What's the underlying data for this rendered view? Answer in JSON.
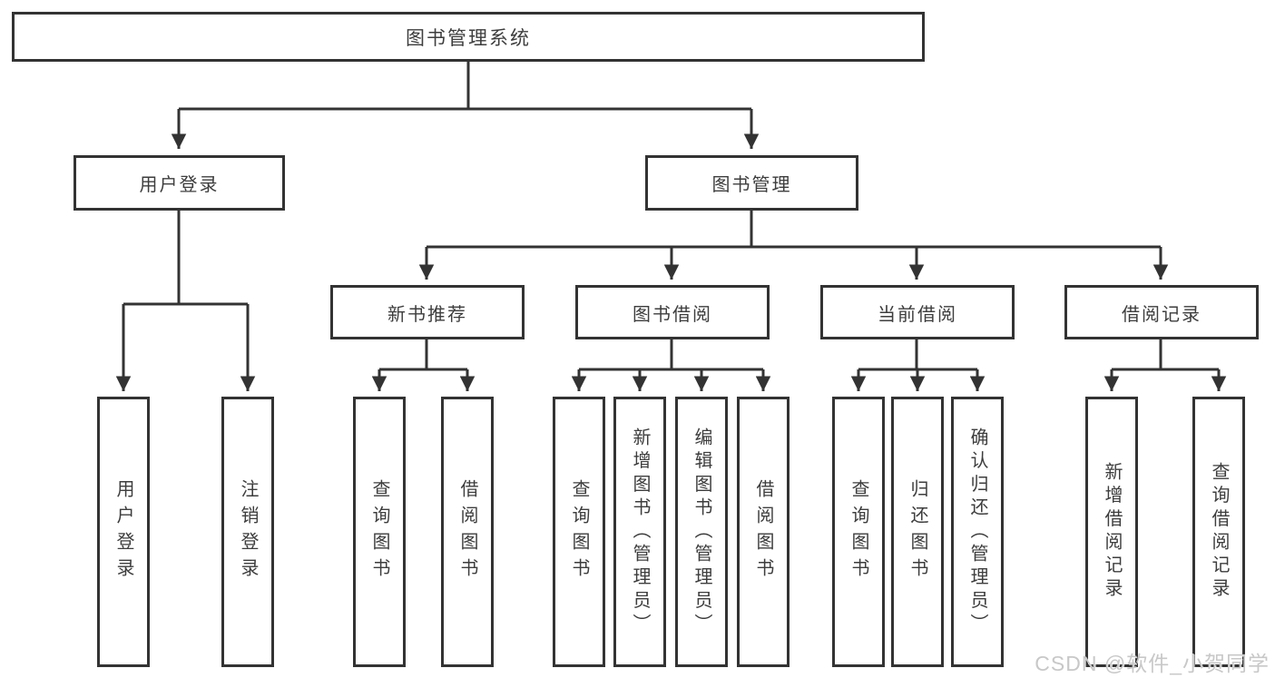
{
  "title": "图书管理系统",
  "colors": {
    "line": "#333333",
    "text": "#3d3d3d",
    "background": "#ffffff",
    "watermark": "#c8c8c8"
  },
  "watermark": "CSDN @软件_小贺同学",
  "nodes": {
    "root": {
      "label": "图书管理系统"
    },
    "user_login": {
      "label": "用户登录"
    },
    "book_mgmt": {
      "label": "图书管理"
    },
    "new_book_rec": {
      "label": "新书推荐"
    },
    "book_borrow": {
      "label": "图书借阅"
    },
    "current_borrow": {
      "label": "当前借阅"
    },
    "borrow_record": {
      "label": "借阅记录"
    },
    "leaf_user_login": {
      "label": "用户登录"
    },
    "leaf_logout": {
      "label": "注销登录"
    },
    "leaf_query_book_1": {
      "label": "查询图书"
    },
    "leaf_borrow_book_1": {
      "label": "借阅图书"
    },
    "leaf_query_book_2": {
      "label": "查询图书"
    },
    "leaf_add_book": {
      "label": "新增图书（管理员）"
    },
    "leaf_edit_book": {
      "label": "编辑图书（管理员）"
    },
    "leaf_borrow_book_2": {
      "label": "借阅图书"
    },
    "leaf_query_book_3": {
      "label": "查询图书"
    },
    "leaf_return_book": {
      "label": "归还图书"
    },
    "leaf_confirm_return": {
      "label": "确认归还（管理员）"
    },
    "leaf_add_record": {
      "label": "新增借阅记录"
    },
    "leaf_query_record": {
      "label": "查询借阅记录"
    }
  }
}
